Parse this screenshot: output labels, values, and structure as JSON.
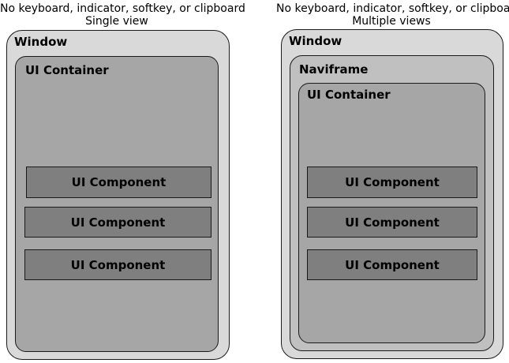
{
  "left_panel": {
    "caption_line1": "No keyboard, indicator, softkey, or clipboard",
    "caption_line2": "Single view",
    "window_label": "Window",
    "container_label": "UI Container",
    "components": [
      "UI Component",
      "UI Component",
      "UI Component"
    ]
  },
  "right_panel": {
    "caption_line1": "No keyboard, indicator, softkey, or clipboard",
    "caption_line2": "Multiple views",
    "window_label": "Window",
    "naviframe_label": "Naviframe",
    "container_label": "UI Container",
    "components": [
      "UI Component",
      "UI Component",
      "UI Component"
    ]
  },
  "colors": {
    "window_fill": "#d9d9d9",
    "naviframe_fill": "#c0c0c0",
    "container_fill": "#a6a6a6",
    "component_fill": "#7f7f7f",
    "border": "#1a1a1a"
  }
}
